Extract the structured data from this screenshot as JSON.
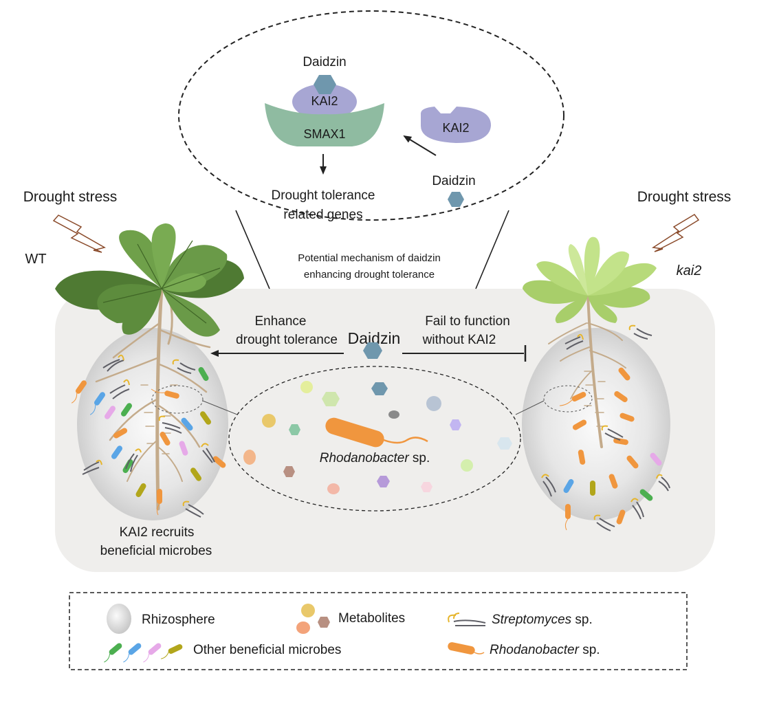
{
  "mechanism": {
    "daidzin_top": "Daidzin",
    "kai2_bound": "KAI2",
    "smax1": "SMAX1",
    "kai2_free": "KAI2",
    "daidzin_free": "Daidzin",
    "genes_line1": "Drought tolerance",
    "genes_line2": "related genes",
    "caption_line1": "Potential mechanism of daidzin",
    "caption_line2": "enhancing drought tolerance"
  },
  "left_plant": {
    "stress": "Drought stress",
    "genotype": "WT",
    "bottom_line1": "KAI2 recruits",
    "bottom_line2": "beneficial microbes"
  },
  "right_plant": {
    "stress": "Drought stress",
    "genotype": "kai2"
  },
  "center": {
    "daidzin": "Daidzin",
    "enhance_line1": "Enhance",
    "enhance_line2": "drought tolerance",
    "fail_line1": "Fail to function",
    "fail_line2": "without KAI2",
    "bacterium_name": "Rhodanobacter",
    "bacterium_suffix": " sp."
  },
  "legend": {
    "rhizosphere": "Rhizosphere",
    "metabolites": "Metabolites",
    "streptomyces_name": "Streptomyces",
    "streptomyces_suffix": " sp.",
    "other_microbes": "Other beneficial microbes",
    "rhodanobacter_name": "Rhodanobacter",
    "rhodanobacter_suffix": " sp."
  },
  "colors": {
    "kai2": "#a7a6d3",
    "smax1": "#8fbba1",
    "daidzin": "#6f97ad",
    "wt_leaf": "#5d8c3d",
    "kai2_leaf": "#b7da7a",
    "root": "#c4ab8b",
    "rhodanobacter": "#f0963e",
    "streptomyces": "#5f5f66",
    "streptomyces_tip": "#e6b52c",
    "soil": "#efeeec"
  },
  "icons": [
    "lightning-icon",
    "hexagon-icon",
    "bacterium-icon",
    "filament-icon",
    "ellipse-icon"
  ]
}
